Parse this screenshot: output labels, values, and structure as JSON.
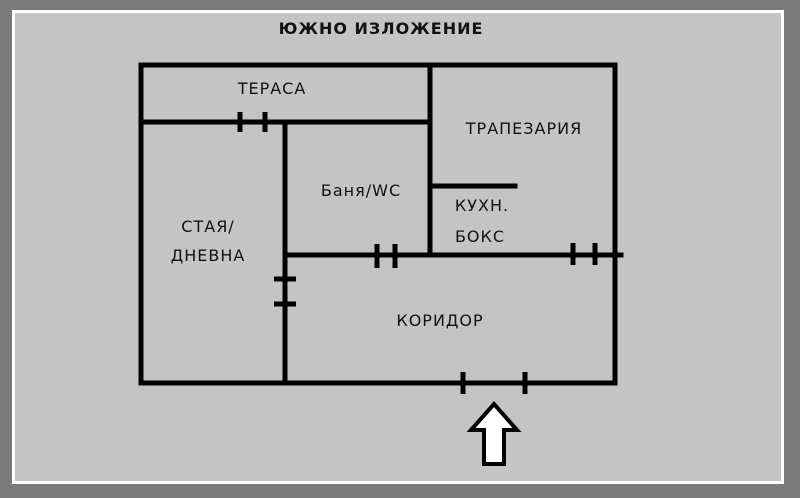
{
  "plan": {
    "orientation_label": "ЮЖНО ИЗЛОЖЕНИЕ",
    "rooms": {
      "terrace": "ТЕРАСА",
      "dining": "ТРАПЕЗАРИЯ",
      "bathroom": "Баня/WC",
      "living_line1": "СТАЯ/",
      "living_line2": "ДНЕВНА",
      "kitchen_line1": "КУХН.",
      "kitchen_line2": "БОКС",
      "corridor": "КОРИДОР"
    },
    "colors": {
      "background": "#c4c4c4",
      "outer_frame": "#7b7b7b",
      "inner_border": "#ffffff",
      "walls": "#000000"
    },
    "entrance_icon": "up-arrow-icon"
  }
}
